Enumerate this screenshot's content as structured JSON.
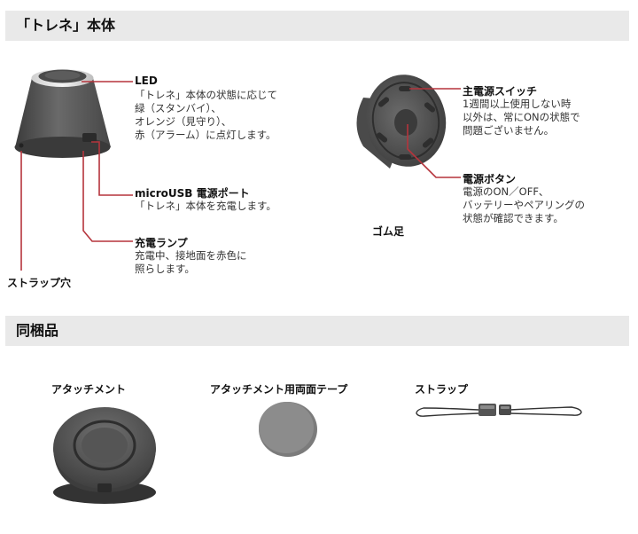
{
  "sections": {
    "body": {
      "title": "「トレネ」本体"
    },
    "contents": {
      "title": "同梱品"
    }
  },
  "callouts": {
    "led": {
      "title": "LED",
      "desc": [
        "「トレネ」本体の状態に応じて",
        "緑（スタンバイ）、",
        "オレンジ（見守り）、",
        "赤（アラーム）に点灯します。"
      ]
    },
    "usb": {
      "title": "microUSB 電源ポート",
      "desc": [
        "「トレネ」本体を充電します。"
      ]
    },
    "charge_lamp": {
      "title": "充電ランプ",
      "desc": [
        "充電中、接地面を赤色に",
        "照らします。"
      ]
    },
    "strap_hole": {
      "title": "ストラップ穴"
    },
    "main_switch": {
      "title": "主電源スイッチ",
      "desc": [
        "1週間以上使用しない時",
        "以外は、常にONの状態で",
        "問題ございません。"
      ]
    },
    "power_button": {
      "title": "電源ボタン",
      "desc": [
        "電源のON／OFF、",
        "バッテリーやペアリングの",
        "状態が確認できます。"
      ]
    },
    "rubber_feet": {
      "title": "ゴム足"
    }
  },
  "items": [
    {
      "name": "アタッチメント"
    },
    {
      "name": "アタッチメント用両面テープ"
    },
    {
      "name": "ストラップ"
    }
  ],
  "colors": {
    "accent_line": "#b5343c",
    "device_dark": "#555555",
    "header_bg": "#e9e9e9"
  }
}
